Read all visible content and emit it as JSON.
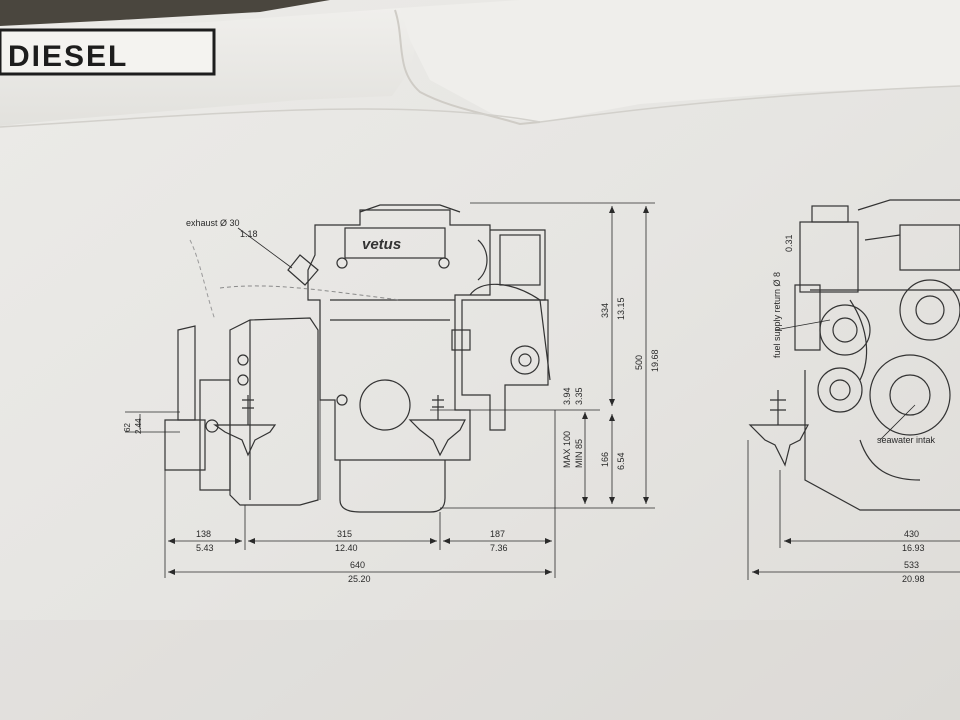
{
  "header": {
    "logo_text": "DIESEL"
  },
  "drawing_left": {
    "brand": "vetus",
    "exhaust_label": "exhaust Ø 30",
    "exhaust_inch": "1.18",
    "height_334": "334",
    "height_334_inch": "13.15",
    "height_500": "500",
    "height_500_inch": "19.68",
    "mid_100": "3.94",
    "mid_85": "3.35",
    "max_label": "MAX 100",
    "min_label": "MIN 85",
    "height_166": "166",
    "height_166_inch": "6.54",
    "left_62": "62",
    "left_62_inch": "2.44",
    "w138": "138",
    "w138_inch": "5.43",
    "w315": "315",
    "w315_inch": "12.40",
    "w187": "187",
    "w187_inch": "7.36",
    "w640": "640",
    "w640_inch": "25.20"
  },
  "drawing_right": {
    "fuel_label": "fuel supply return Ø 8",
    "fuel_inch": "0.31",
    "seawater_label": "seawater intak",
    "w430": "430",
    "w430_inch": "16.93",
    "w533": "533",
    "w533_inch": "20.98"
  }
}
